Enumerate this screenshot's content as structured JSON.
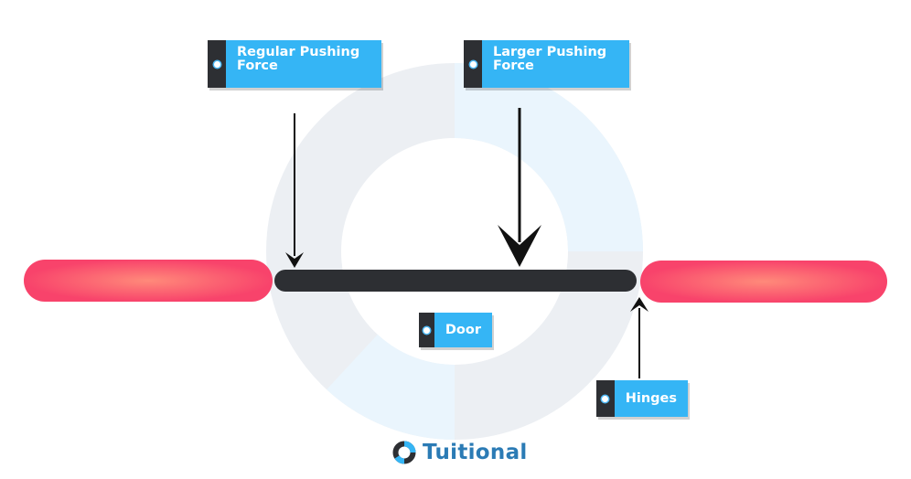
{
  "labels": {
    "regular_force": "Regular Pushing\nForce",
    "larger_force": "Larger Pushing\nForce",
    "door": "Door",
    "hinges": "Hinges"
  },
  "brand": {
    "name": "Tuitional",
    "logo_icon": "ring-logo-icon"
  },
  "colors": {
    "wall": "#f9436b",
    "wall_center": "#ff7a7a",
    "door": "#2d2f33",
    "label_fill": "#35b5f5",
    "label_tab": "#2d2f33",
    "watermark_gray": "#eceff3",
    "watermark_blue": "#eaf5fd",
    "arrow": "#111111",
    "brand": "#2b7bb5"
  }
}
